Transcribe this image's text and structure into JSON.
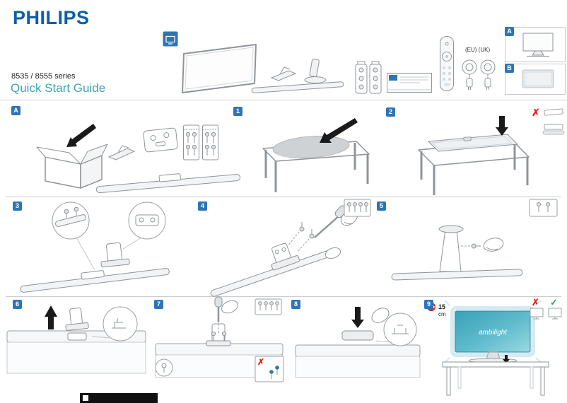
{
  "header": {
    "brand": "PHILIPS",
    "series": "8535 / 8555 series",
    "title": "Quick Start Guide"
  },
  "overview": {
    "cables_label": "(EU) (UK)",
    "variants": [
      {
        "label": "A"
      },
      {
        "label": "B"
      }
    ]
  },
  "unpack": {
    "label": "A"
  },
  "steps": [
    {
      "num": "1"
    },
    {
      "num": "2"
    },
    {
      "num": "3"
    },
    {
      "num": "4"
    },
    {
      "num": "5"
    },
    {
      "num": "6"
    },
    {
      "num": "7"
    },
    {
      "num": "8"
    },
    {
      "num": "9"
    }
  ],
  "step9": {
    "distance": "15",
    "unit": "cm",
    "screen_text": "ambilight"
  },
  "icons": {
    "cross": "✗",
    "check": "✓"
  },
  "colors": {
    "brand_blue": "#0d5ea9",
    "title_teal": "#3da3b4",
    "badge_blue": "#2e75b5",
    "ambilight_teal": "#37a2b6",
    "error_red": "#e02020",
    "ok_green": "#2fa84f"
  }
}
